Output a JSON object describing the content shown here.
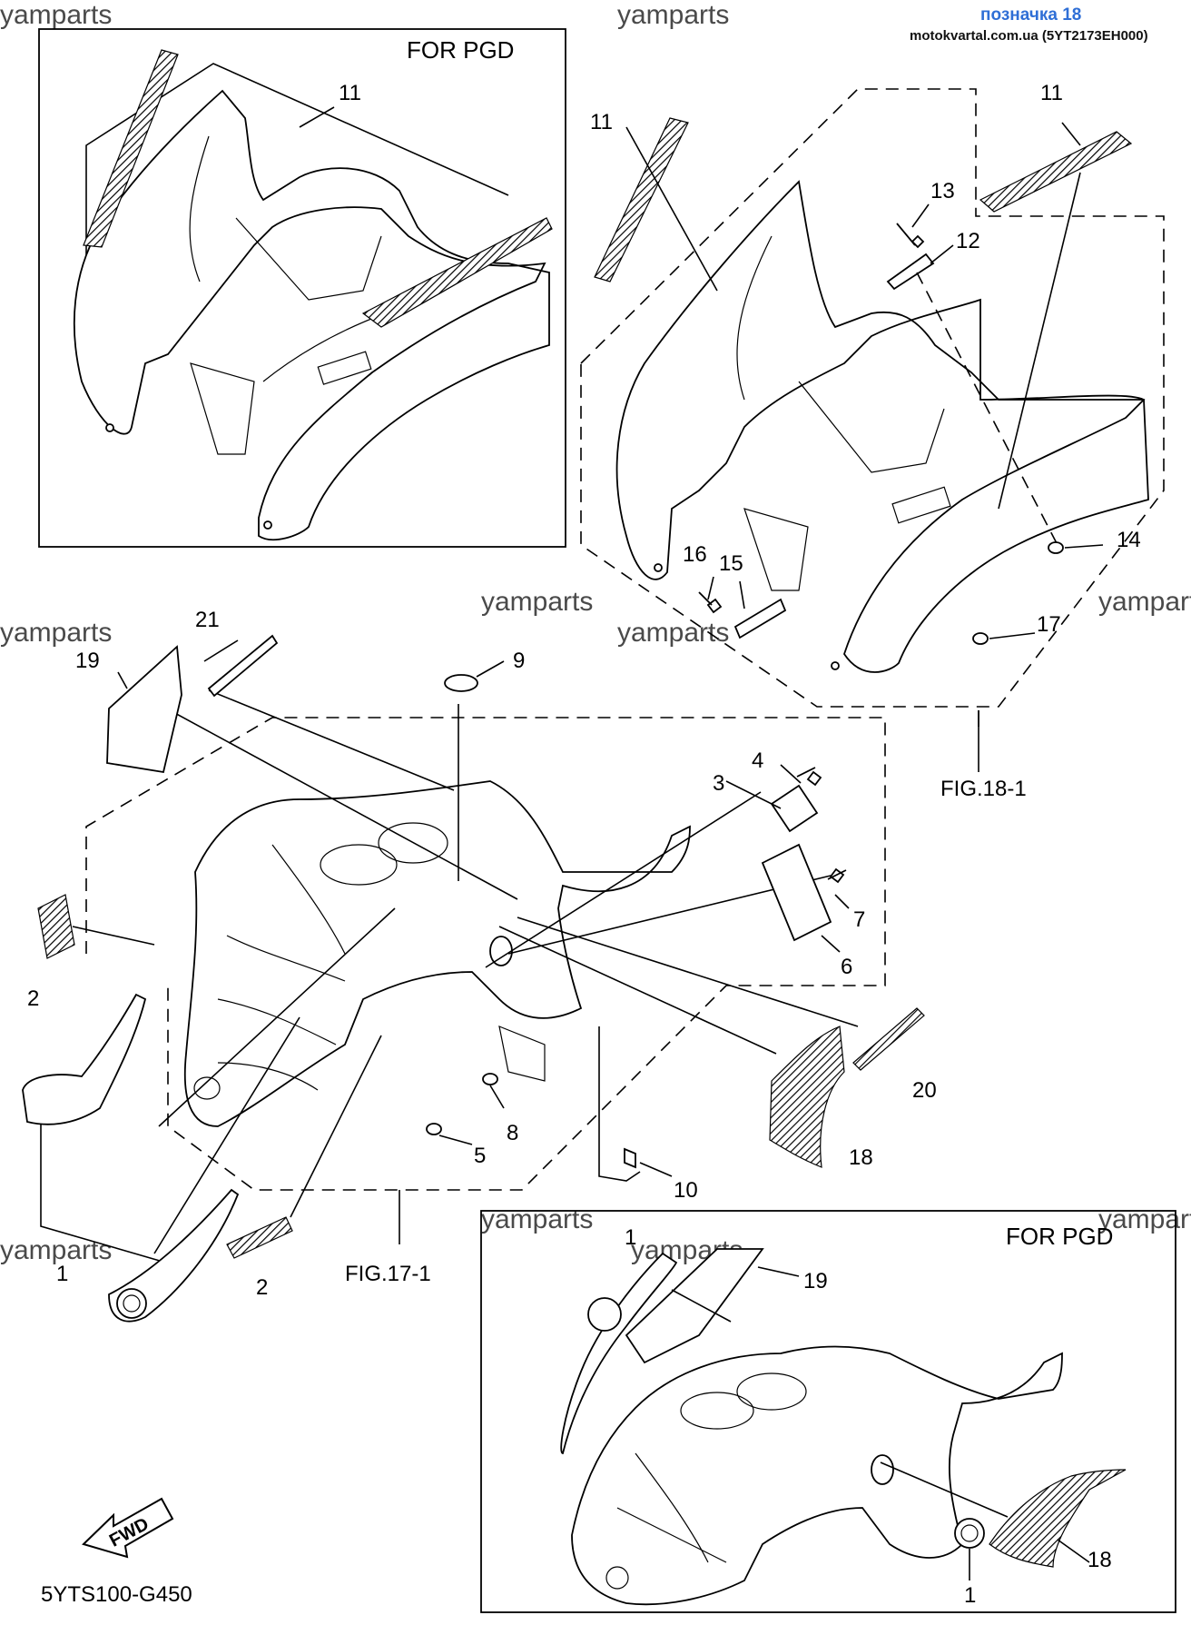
{
  "header": {
    "ref_title": "позначка 18",
    "ref_source": "motokvartal.com.ua (5YT2173EH000)"
  },
  "watermark": "yamparts",
  "panels": {
    "pgd_top": {
      "title": "FOR PGD",
      "callouts": [
        "11"
      ]
    },
    "fig18": {
      "label": "FIG.18-1",
      "callouts": [
        "11",
        "11",
        "13",
        "12",
        "14",
        "16",
        "15",
        "17"
      ]
    },
    "fig17": {
      "label": "FIG.17-1",
      "callouts": [
        "21",
        "19",
        "9",
        "4",
        "3",
        "7",
        "6",
        "2",
        "20",
        "8",
        "5",
        "18",
        "10",
        "1",
        "2"
      ]
    },
    "pgd_bottom": {
      "title": "FOR PGD",
      "callouts": [
        "1",
        "19",
        "18",
        "1"
      ]
    }
  },
  "fwd_label": "FWD",
  "part_code": "5YTS100-G450"
}
